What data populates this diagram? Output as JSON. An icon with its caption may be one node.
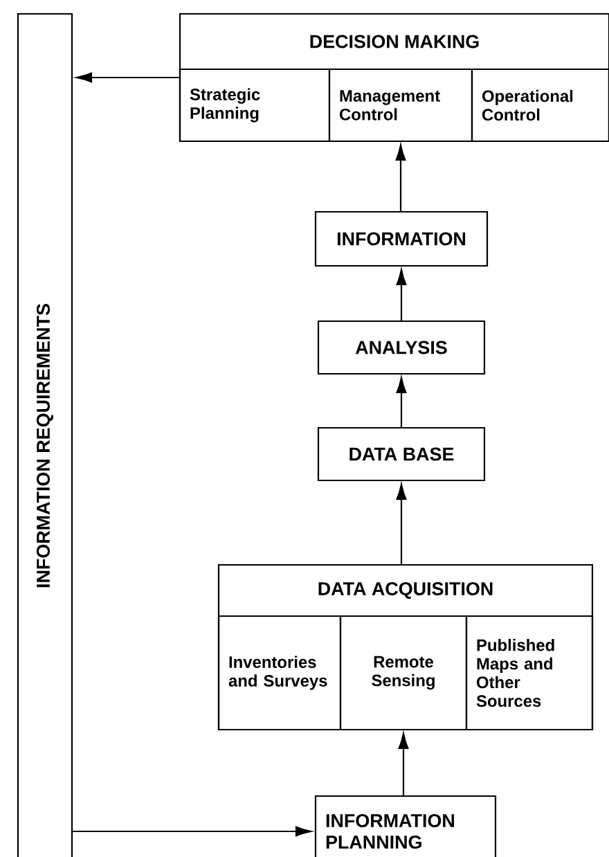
{
  "diagram": {
    "nodes": [
      {
        "text": [
          "INFORMATION REQUIREMENTS"
        ]
      },
      {
        "text": [
          "DECISION MAKING"
        ]
      },
      {
        "text": [
          "Strategic Planning"
        ],
        "in": 1
      },
      {
        "text": [
          "Management Control"
        ],
        "in": 1
      },
      {
        "text": [
          "Operational Control"
        ],
        "in": 1
      },
      {
        "text": [
          "INFORMATION"
        ]
      },
      {
        "text": [
          "ANALYSIS"
        ]
      },
      {
        "text": [
          "DATA BASE"
        ]
      },
      {
        "text": [
          "DATA ACQUISITION"
        ]
      },
      {
        "text": [
          "Inventories and Surveys"
        ],
        "in": 8
      },
      {
        "text": [
          "Remote Sensing"
        ],
        "in": 8
      },
      {
        "text": [
          "Published Maps and Other Sources"
        ],
        "in": 8
      },
      {
        "text": [
          "INFORMATION PLANNING"
        ]
      }
    ],
    "edges": [
      {
        "from": 1,
        "to": 0,
        "arrow": "to"
      },
      {
        "from": 5,
        "to": 3,
        "arrow": "to"
      },
      {
        "from": 6,
        "to": 5,
        "arrow": "to"
      },
      {
        "from": 7,
        "to": 6,
        "arrow": "to"
      },
      {
        "from": 8,
        "to": 7,
        "arrow": "to"
      },
      {
        "from": 12,
        "to": 10,
        "arrow": "to"
      },
      {
        "from": 0,
        "to": 12,
        "arrow": "to"
      }
    ]
  }
}
